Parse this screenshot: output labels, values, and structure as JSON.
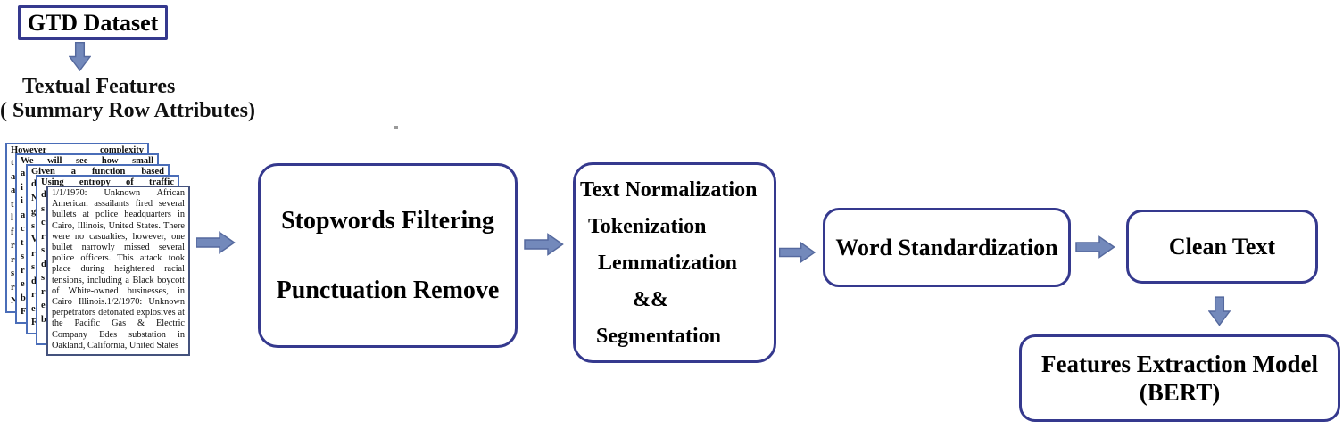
{
  "colors": {
    "box_border": "#35398e",
    "page_border": "#4a6db8",
    "front_page_border": "#44527d",
    "arrow_fill": "#7389bb",
    "arrow_stroke": "#55699e"
  },
  "header": {
    "dataset_label": "GTD Dataset",
    "features_line1": "Textual Features",
    "features_line2": "( Summary Row Attributes)"
  },
  "documents": {
    "back_pages": [
      {
        "first_line": "However complexity",
        "edge_chars": "t\na\na\nt\nl\nf\nr\nr\ns\nr\nN"
      },
      {
        "first_line": "We will see how small",
        "edge_chars": "a\ni\ni\na\nc\nt\ns\nr\ne\nb\nF"
      },
      {
        "first_line": "Given a function based",
        "edge_chars": "d\nN\ng\ns\nV\nr\ns\nd\nr\ne\nF"
      },
      {
        "first_line": "Using entropy of traffic",
        "edge_chars": "d\ns\nc\nr\ns\nd\ns\nr\ne\nb"
      }
    ],
    "front_page_text": "1/1/1970: Unknown African American assailants fired several bullets at police headquarters in Cairo, Illinois, United States.  There were no casualties, however, one bullet narrowly missed several police officers.  This attack took place during heightened racial tensions, including a Black boycott of White-owned businesses, in Cairo Illinois.1/2/1970: Unknown perpetrators detonated explosives at the Pacific Gas & Electric Company Edes substation in Oakland, California, United States"
  },
  "process": {
    "stopwords_box": {
      "line1": "Stopwords Filtering",
      "line2": "Punctuation Remove"
    },
    "normalization_box": {
      "lines": [
        "Text Normalization",
        "Tokenization",
        "Lemmatization",
        "&&",
        "Segmentation"
      ]
    },
    "standardization_box": {
      "label": "Word Standardization"
    },
    "clean_text_box": {
      "label": "Clean Text"
    },
    "bert_box": {
      "line1": "Features Extraction Model",
      "line2": "(BERT)"
    }
  }
}
